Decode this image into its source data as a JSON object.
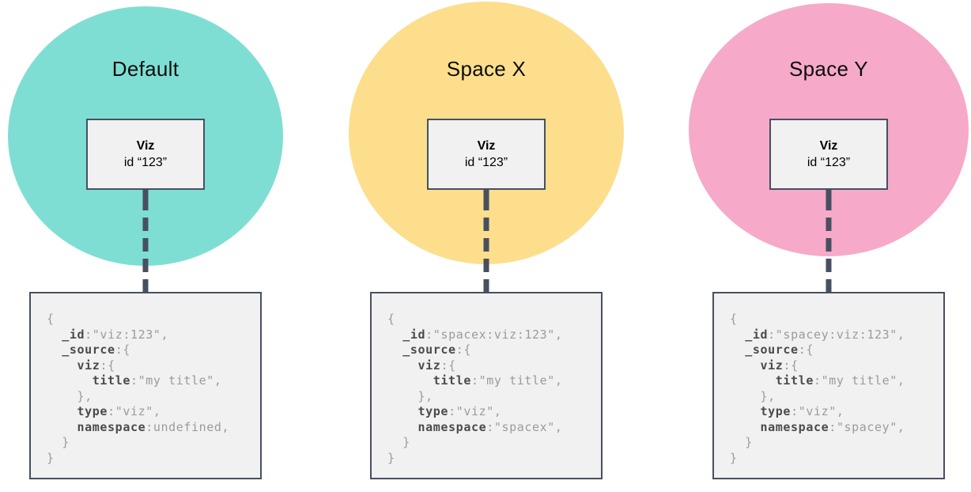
{
  "diagram": {
    "box_border_color": "#475061",
    "box_background_color": "#f1f1f2",
    "connector_color": "#475061",
    "code_key_color": "#4b4b4b",
    "code_value_color": "#9b9b9b"
  },
  "columns": [
    {
      "id": "default",
      "title": "Default",
      "circle_color": "#7fded4",
      "viz_card": {
        "title": "Viz",
        "id_label": "id “123”"
      },
      "code_lines": [
        {
          "pre": "",
          "key": "",
          "rest": "{"
        },
        {
          "pre": "  ",
          "key": "_id",
          "rest": ":\"viz:123\","
        },
        {
          "pre": "  ",
          "key": "_source",
          "rest": ":{"
        },
        {
          "pre": "    ",
          "key": "viz",
          "rest": ":{"
        },
        {
          "pre": "      ",
          "key": "title",
          "rest": ":\"my title\","
        },
        {
          "pre": "    ",
          "key": "",
          "rest": "},"
        },
        {
          "pre": "    ",
          "key": "type",
          "rest": ":\"viz\","
        },
        {
          "pre": "    ",
          "key": "namespace",
          "rest": ":undefined,"
        },
        {
          "pre": "  ",
          "key": "",
          "rest": "}"
        },
        {
          "pre": "",
          "key": "",
          "rest": "}"
        }
      ]
    },
    {
      "id": "space-x",
      "title": "Space X",
      "circle_color": "#fcde8c",
      "viz_card": {
        "title": "Viz",
        "id_label": "id “123”"
      },
      "code_lines": [
        {
          "pre": "",
          "key": "",
          "rest": "{"
        },
        {
          "pre": "  ",
          "key": "_id",
          "rest": ":\"spacex:viz:123\","
        },
        {
          "pre": "  ",
          "key": "_source",
          "rest": ":{"
        },
        {
          "pre": "    ",
          "key": "viz",
          "rest": ":{"
        },
        {
          "pre": "      ",
          "key": "title",
          "rest": ":\"my title\","
        },
        {
          "pre": "    ",
          "key": "",
          "rest": "},"
        },
        {
          "pre": "    ",
          "key": "type",
          "rest": ":\"viz\","
        },
        {
          "pre": "    ",
          "key": "namespace",
          "rest": ":\"spacex\","
        },
        {
          "pre": "  ",
          "key": "",
          "rest": "}"
        },
        {
          "pre": "",
          "key": "",
          "rest": "}"
        }
      ]
    },
    {
      "id": "space-y",
      "title": "Space Y",
      "circle_color": "#f6a9c9",
      "viz_card": {
        "title": "Viz",
        "id_label": "id “123”"
      },
      "code_lines": [
        {
          "pre": "",
          "key": "",
          "rest": "{"
        },
        {
          "pre": "  ",
          "key": "_id",
          "rest": ":\"spacey:viz:123\","
        },
        {
          "pre": "  ",
          "key": "_source",
          "rest": ":{"
        },
        {
          "pre": "    ",
          "key": "viz",
          "rest": ":{"
        },
        {
          "pre": "      ",
          "key": "title",
          "rest": ":\"my title\","
        },
        {
          "pre": "    ",
          "key": "",
          "rest": "},"
        },
        {
          "pre": "    ",
          "key": "type",
          "rest": ":\"viz\","
        },
        {
          "pre": "    ",
          "key": "namespace",
          "rest": ":\"spacey\","
        },
        {
          "pre": "  ",
          "key": "",
          "rest": "}"
        },
        {
          "pre": "",
          "key": "",
          "rest": "}"
        }
      ]
    }
  ]
}
